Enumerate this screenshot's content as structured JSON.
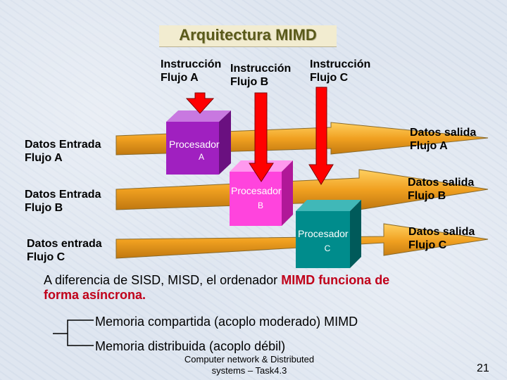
{
  "title": "Arquitectura MIMD",
  "instructions": [
    {
      "line1": "Instrucción",
      "line2": "Flujo  A"
    },
    {
      "line1": "Instrucción",
      "line2": "Flujo B"
    },
    {
      "line1": "Instrucción",
      "line2": "Flujo C"
    }
  ],
  "inputs": [
    {
      "line1": "Datos Entrada",
      "line2": "Flujo A"
    },
    {
      "line1": "Datos Entrada",
      "line2": "Flujo B"
    },
    {
      "line1": "Datos entrada",
      "line2": "Flujo C"
    }
  ],
  "outputs": [
    {
      "line1": "Datos salida",
      "line2": "Flujo A"
    },
    {
      "line1": "Datos salida",
      "line2": "Flujo B"
    },
    {
      "line1": "Datos salida",
      "line2": "Flujo C"
    }
  ],
  "processors": [
    {
      "name": "Procesador",
      "id": "A",
      "color": "#a020c0"
    },
    {
      "name": "Procesador",
      "id": "B",
      "color": "#ff44dd"
    },
    {
      "name": "Procesador",
      "id": "C",
      "color": "#008c8c"
    }
  ],
  "colors": {
    "arrow": "#f0a020",
    "instruction_arrow": "#ff0000",
    "highlight": "#c0001a"
  },
  "paragraph": {
    "normal": "A diferencia de SISD, MISD, el ordenador",
    "highlight_line1": "MIMD funciona de",
    "highlight_line2": "forma asíncrona."
  },
  "memory": [
    "Memoria compartida (acoplo moderado) MIMD",
    "Memoria distribuida (acoplo débil)"
  ],
  "footer": {
    "line1": "Computer network & Distributed",
    "line2": "systems – Task4.3"
  },
  "page_number": "21"
}
